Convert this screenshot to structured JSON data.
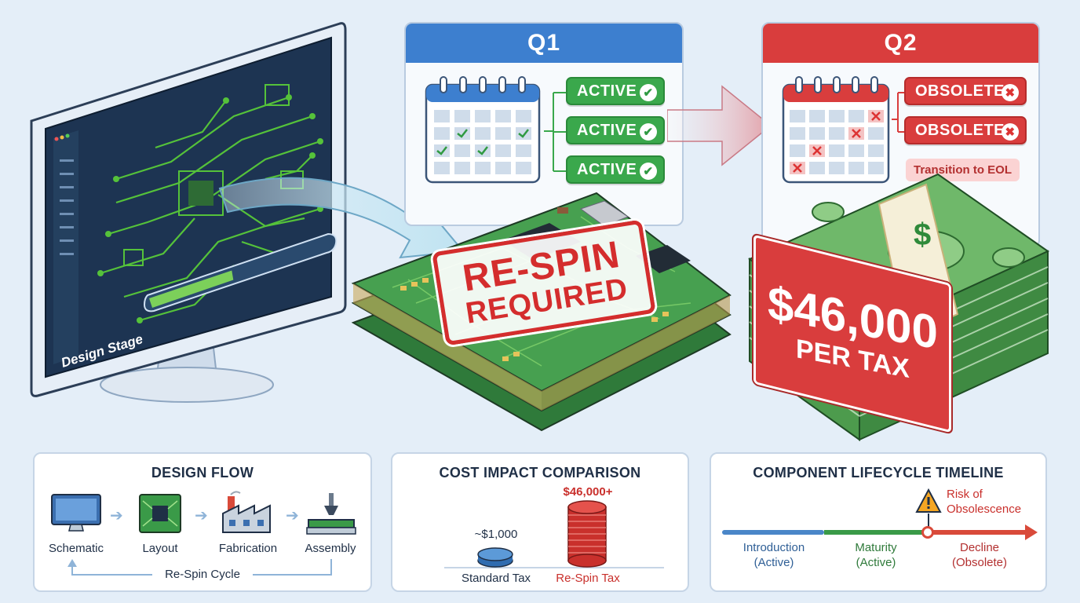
{
  "monitor": {
    "stage_label": "Design Stage",
    "progress": 0.45
  },
  "q1": {
    "title": "Q1",
    "statuses": [
      "ACTIVE",
      "ACTIVE",
      "ACTIVE"
    ],
    "accent": "#3d7fcf"
  },
  "q2": {
    "title": "Q2",
    "statuses": [
      "OBSOLETE",
      "OBSOLETE"
    ],
    "note": "Transition to EOL",
    "accent": "#d93d3d"
  },
  "stamp": {
    "line1": "RE-SPIN",
    "line2": "REQUIRED"
  },
  "money": {
    "amount": "$46,000",
    "subtitle": "PER TAX",
    "band_symbol": "$"
  },
  "design_flow": {
    "title": "DESIGN FLOW",
    "steps": [
      "Schematic",
      "Layout",
      "Fabrication",
      "Assembly"
    ],
    "cycle_label": "Re-Spin Cycle"
  },
  "cost_impact": {
    "title": "COST IMPACT COMPARISON",
    "standard": {
      "label": "Standard Tax",
      "value": "~$1,000"
    },
    "respin": {
      "label": "Re-Spin Tax",
      "value": "$46,000+"
    }
  },
  "lifecycle": {
    "title": "COMPONENT LIFECYCLE TIMELINE",
    "risk_label": "Risk of Obsolescence",
    "phases": [
      {
        "name": "Introduction",
        "status": "(Active)",
        "color": "#4a86c8"
      },
      {
        "name": "Maturity",
        "status": "(Active)",
        "color": "#3a9a48"
      },
      {
        "name": "Decline",
        "status": "(Obsolete)",
        "color": "#d94a3a"
      }
    ]
  }
}
